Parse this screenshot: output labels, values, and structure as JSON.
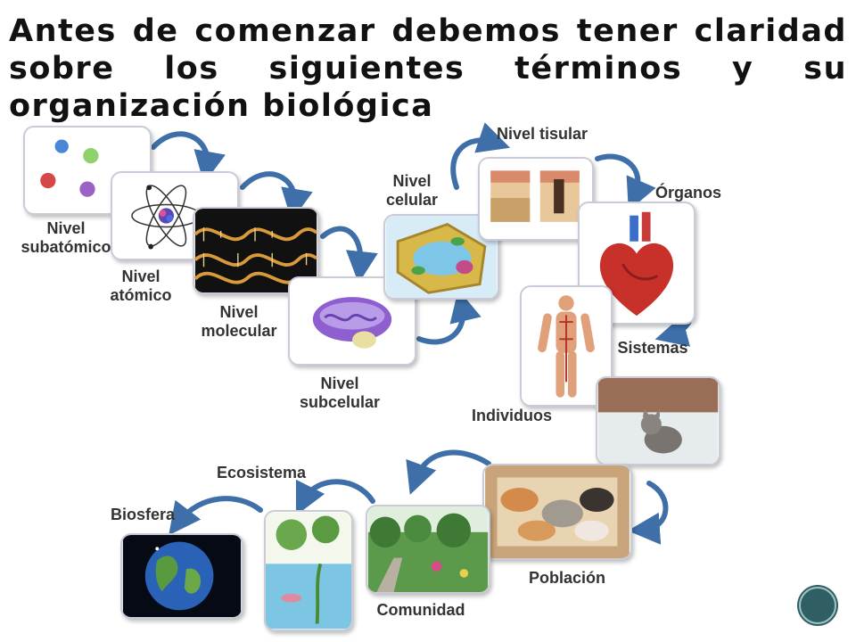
{
  "title": "Antes de comenzar debemos tener claridad sobre los siguientes términos y su organización biológica",
  "levels": {
    "subatomico": [
      "Nivel",
      "subatómico"
    ],
    "atomico": [
      "Nivel",
      "atómico"
    ],
    "molecular": [
      "Nivel",
      "molecular"
    ],
    "subcelular": [
      "Nivel",
      "subcelular"
    ],
    "celular": [
      "Nivel",
      "celular"
    ],
    "tisular": "Nivel tisular",
    "organos": "Órganos",
    "sistemas": "Sistemas",
    "individuos": "Individuos",
    "poblacion": "Población",
    "comunidad": "Comunidad",
    "ecosistema": "Ecosistema",
    "biosfera": "Biosfera"
  },
  "colors": {
    "arrow": "#3f6fa8",
    "nav": "#2f5f62",
    "tile_border": "#c9ccd6"
  }
}
